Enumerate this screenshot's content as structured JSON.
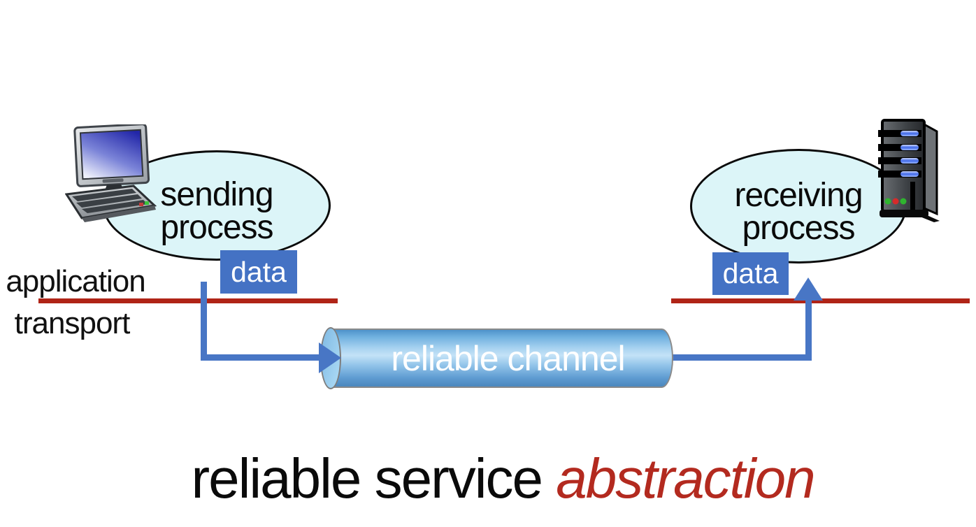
{
  "slide": {
    "caption": {
      "normal": "reliable service",
      "emphasis": "abstraction"
    },
    "layer_labels": {
      "application": "application",
      "transport": "transport"
    },
    "sender": {
      "process_line1": "sending",
      "process_line2": "process",
      "data_label": "data"
    },
    "receiver": {
      "process_line1": "receiving",
      "process_line2": "process",
      "data_label": "data"
    },
    "channel": {
      "label": "reliable channel"
    },
    "icons": {
      "left": "desktop-pc-icon",
      "right": "server-tower-icon"
    },
    "colors": {
      "data_box_blue": "#4472c4",
      "arrow_blue": "#4876c5",
      "layer_line_red": "#b02417",
      "caption_emphasis_red": "#b32a1f",
      "process_ellipse_fill": "#dcf5f8",
      "cylinder_dark_blue": "#4e92ca",
      "cylinder_light_blue": "#c4e2f7"
    }
  }
}
